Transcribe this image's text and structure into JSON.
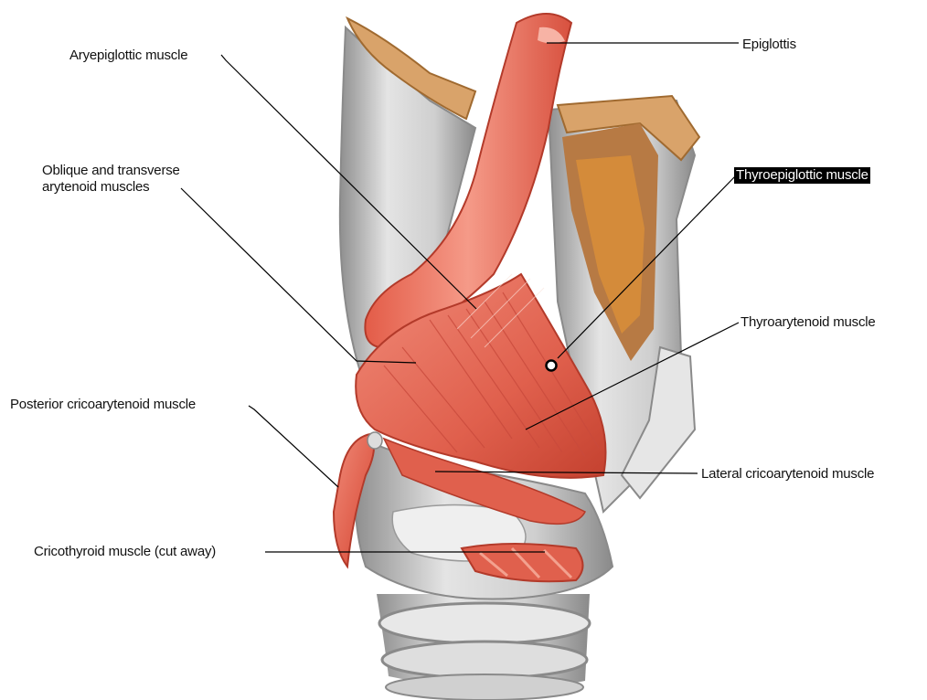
{
  "labels": {
    "epiglottis": "Epiglottis",
    "aryepiglottic": "Aryepiglottic muscle",
    "oblique_line1": "Oblique and transverse",
    "oblique_line2": "arytenoid muscles",
    "thyroepiglottic": "Thyroepiglottic muscle",
    "thyroarytenoid": "Thyroarytenoid muscle",
    "posterior_crico": "Posterior cricoarytenoid muscle",
    "lateral_crico": "Lateral cricoarytenoid muscle",
    "cricothyroid": "Cricothyroid muscle (cut away)"
  },
  "highlighted_label": "thyroepiglottic",
  "colors": {
    "muscle": "#e8705e",
    "muscle_dark": "#c94a3c",
    "cartilage": "#d9d9d9",
    "cartilage_shadow": "#9a9a9a",
    "fat": "#d48b3a"
  }
}
